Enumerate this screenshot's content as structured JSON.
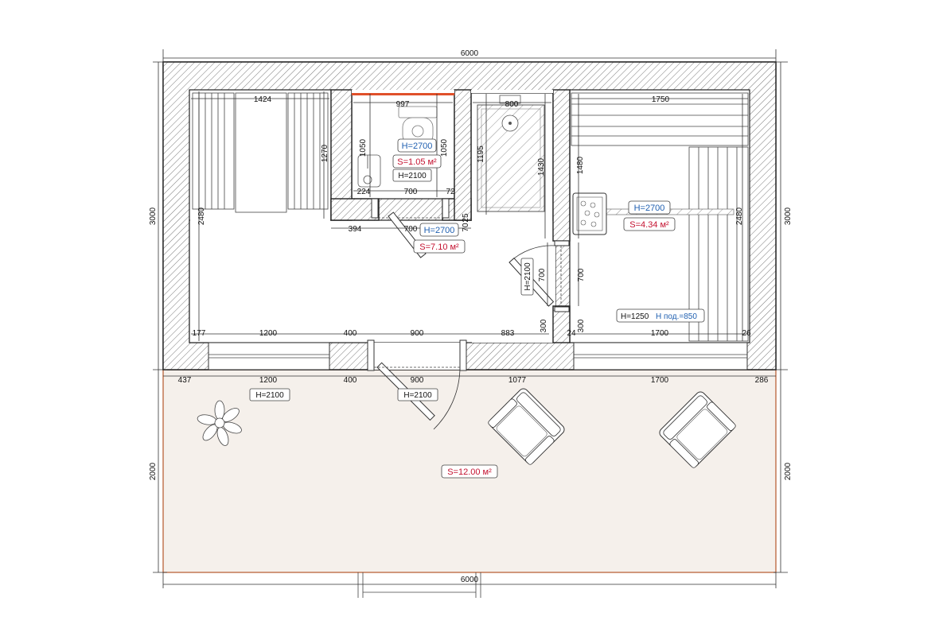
{
  "plan": {
    "overall_width_top": "6000",
    "overall_width_bottom": "6000",
    "left_height_main": "3000",
    "right_height_main": "3000",
    "left_height_terrace": "2000",
    "right_height_terrace": "2000"
  },
  "dims": {
    "rest_room_top": "1424",
    "rest_room_height": "1270",
    "rest_room_left": "2480",
    "wc_top": "997",
    "wc_h_left": "1050",
    "wc_h_right": "1050",
    "wc_224": "224",
    "wc_700": "700",
    "wc_72": "72",
    "shower_top": "800",
    "shower_h": "1195",
    "shower_right": "1430",
    "sauna_top": "1750",
    "sauna_left": "1480",
    "sauna_right": "2480",
    "corr_394": "394",
    "corr_700": "700",
    "corr_25": "25",
    "corr_70": "70",
    "corr_v700a": "700",
    "corr_v700b": "700",
    "b_177": "177",
    "b_1200": "1200",
    "b_400": "400",
    "b_900": "900",
    "b_883": "883",
    "b_300a": "300",
    "b_24": "24",
    "b_300b": "300",
    "b_1700": "1700",
    "b_26": "26",
    "o_437": "437",
    "o_1200": "1200",
    "o_400": "400",
    "o_900": "900",
    "o_1077": "1077",
    "o_1700": "1700",
    "o_286": "286"
  },
  "labels": {
    "wc_h": "H=2700",
    "wc_s": "S=1.05 м²",
    "wc_door_h": "H=2100",
    "hall_h": "H=2700",
    "hall_s": "S=7.10 м²",
    "sauna_h": "H=2700",
    "sauna_s": "S=4.34 м²",
    "sauna_door_h": "H=2100",
    "shelf_h": "H=1250",
    "shelf_podium": "H под.=850",
    "window_h": "H=2100",
    "entry_door_h": "H=2100",
    "terrace_s": "S=12.00 м²"
  },
  "colors": {
    "terrace_fill": "#f5f0eb",
    "terrace_edge": "#b5562a",
    "height_text": "#1f5fb0",
    "area_text": "#c41230",
    "wc_edge": "#e0502a"
  },
  "icons": [
    "plant-icon",
    "armchair-icon",
    "armchair-icon",
    "toilet-icon",
    "sink-icon",
    "shower-tray-icon",
    "stove-icon"
  ]
}
